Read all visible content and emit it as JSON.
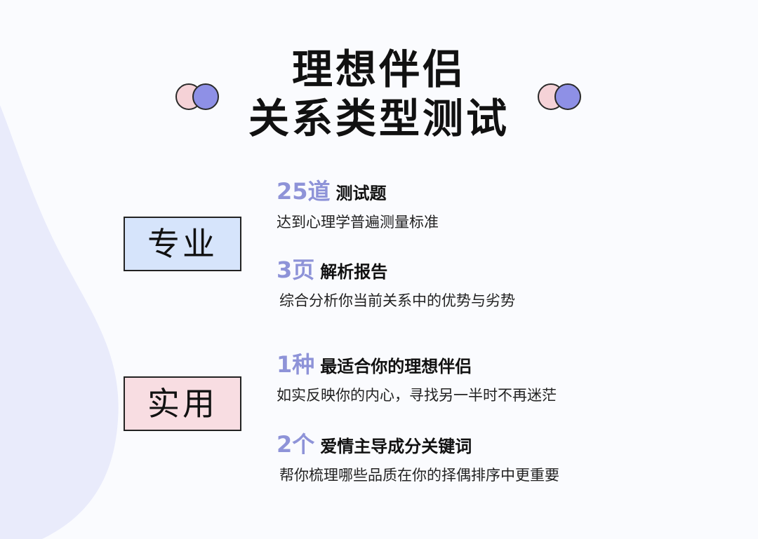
{
  "title": {
    "line1": "理想伴侣",
    "line2": "关系类型测试"
  },
  "colors": {
    "accent_number": "#8e93d8",
    "tag_blue": "#d6e4fb",
    "tag_pink": "#f8dde2",
    "circle_pink": "#f5d2d7",
    "circle_purple": "#8e90e6",
    "blob": "#e9ebfb"
  },
  "sections": [
    {
      "tag": "专业",
      "items": [
        {
          "number": "25道",
          "heading": "测试题",
          "description": "达到心理学普遍测量标准"
        },
        {
          "number": "3页",
          "heading": "解析报告",
          "description": "综合分析你当前关系中的优势与劣势"
        }
      ]
    },
    {
      "tag": "实用",
      "items": [
        {
          "number": "1种",
          "heading": "最适合你的理想伴侣",
          "description": "如实反映你的内心，寻找另一半时不再迷茫"
        },
        {
          "number": "2个",
          "heading": "爱情主导成分关键词",
          "description": "帮你梳理哪些品质在你的择偶排序中更重要"
        }
      ]
    }
  ]
}
